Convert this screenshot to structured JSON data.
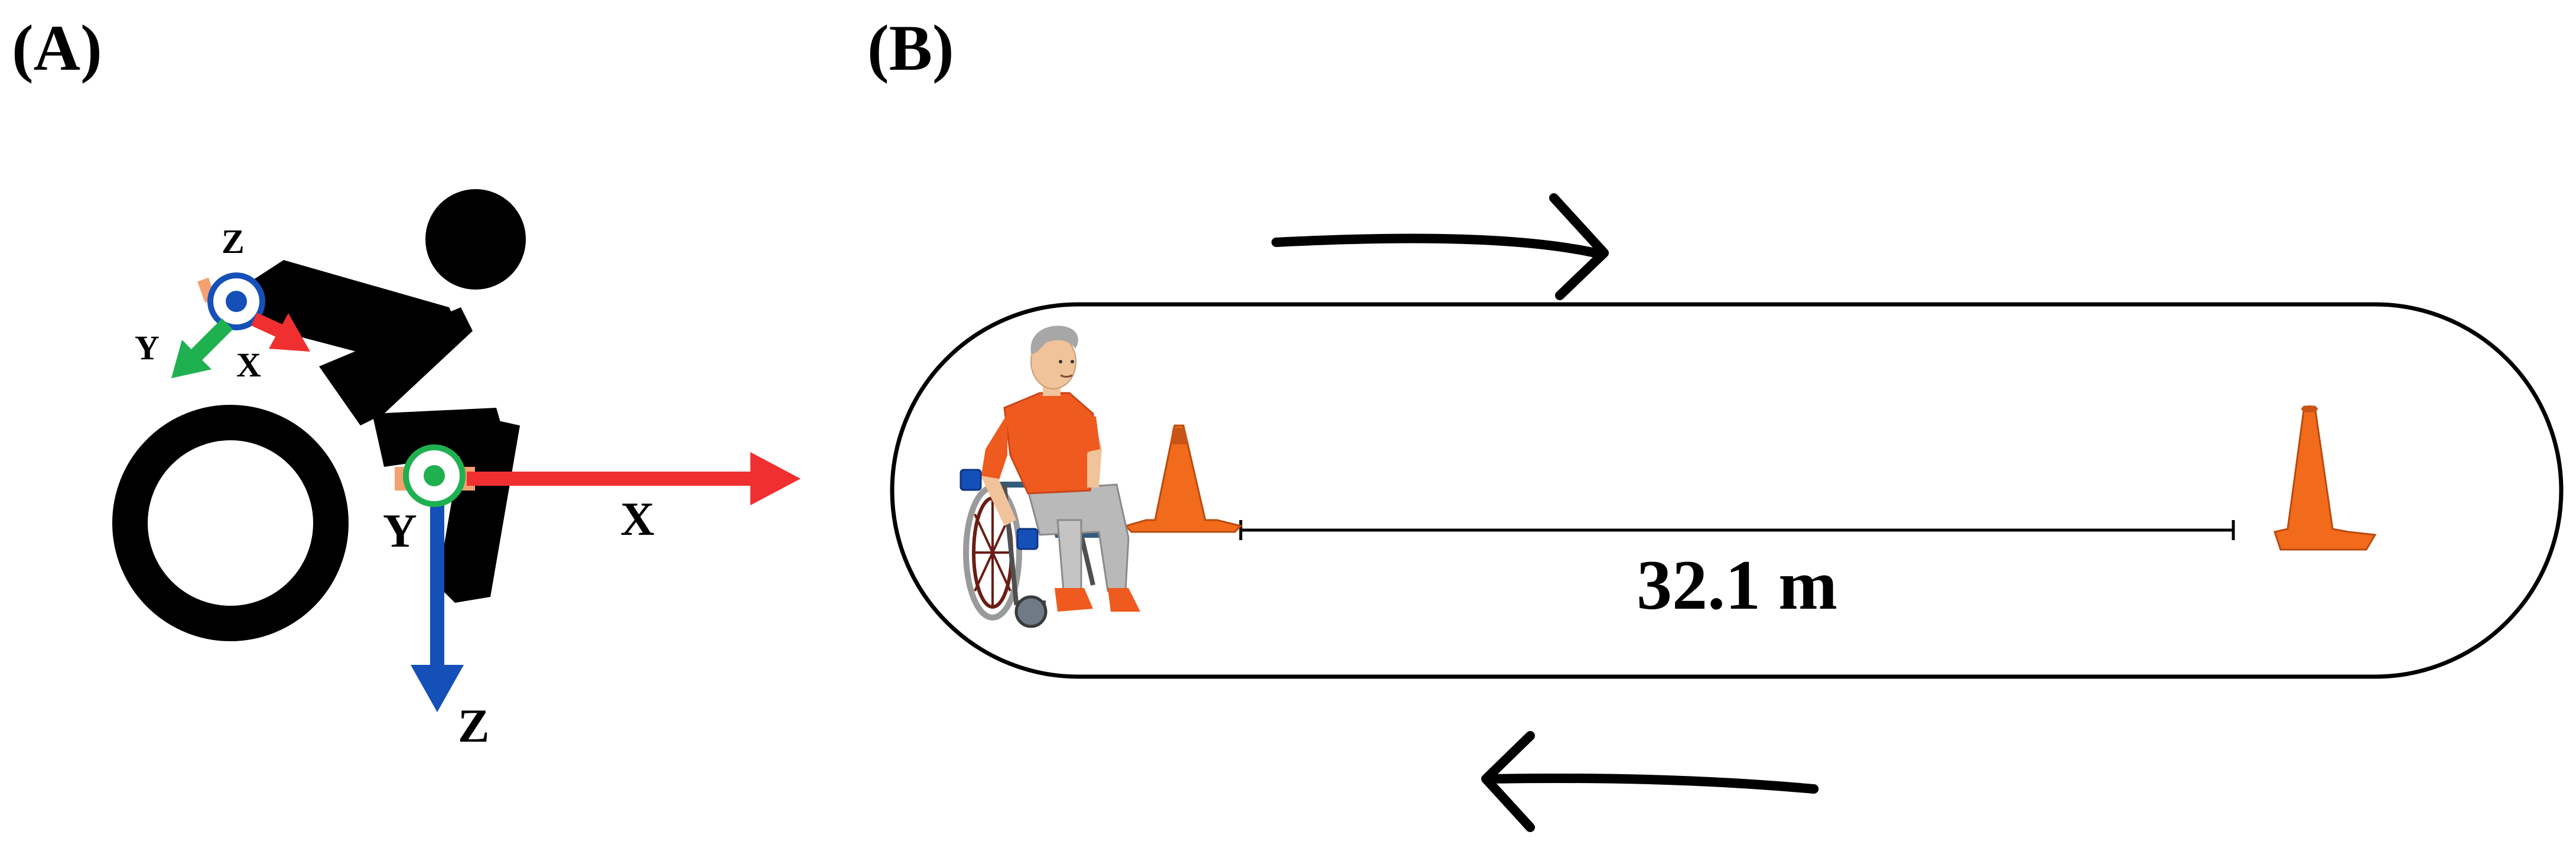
{
  "panels": {
    "a": {
      "label": "(A)"
    },
    "b": {
      "label": "(B)"
    }
  },
  "sensors": {
    "hand": {
      "x_label": "X",
      "y_label": "Y",
      "z_label": "Z"
    },
    "wheel": {
      "x_label": "X",
      "y_label": "Y",
      "z_label": "Z"
    }
  },
  "course": {
    "distance_label": "32.1 m"
  },
  "colors": {
    "x_axis": "#f03030",
    "y_axis": "#1fb050",
    "z_axis": "#1450b8",
    "cone": "#f26a1b",
    "shirt": "#ef5a1e",
    "figure": "#000000",
    "track": "#000000"
  }
}
